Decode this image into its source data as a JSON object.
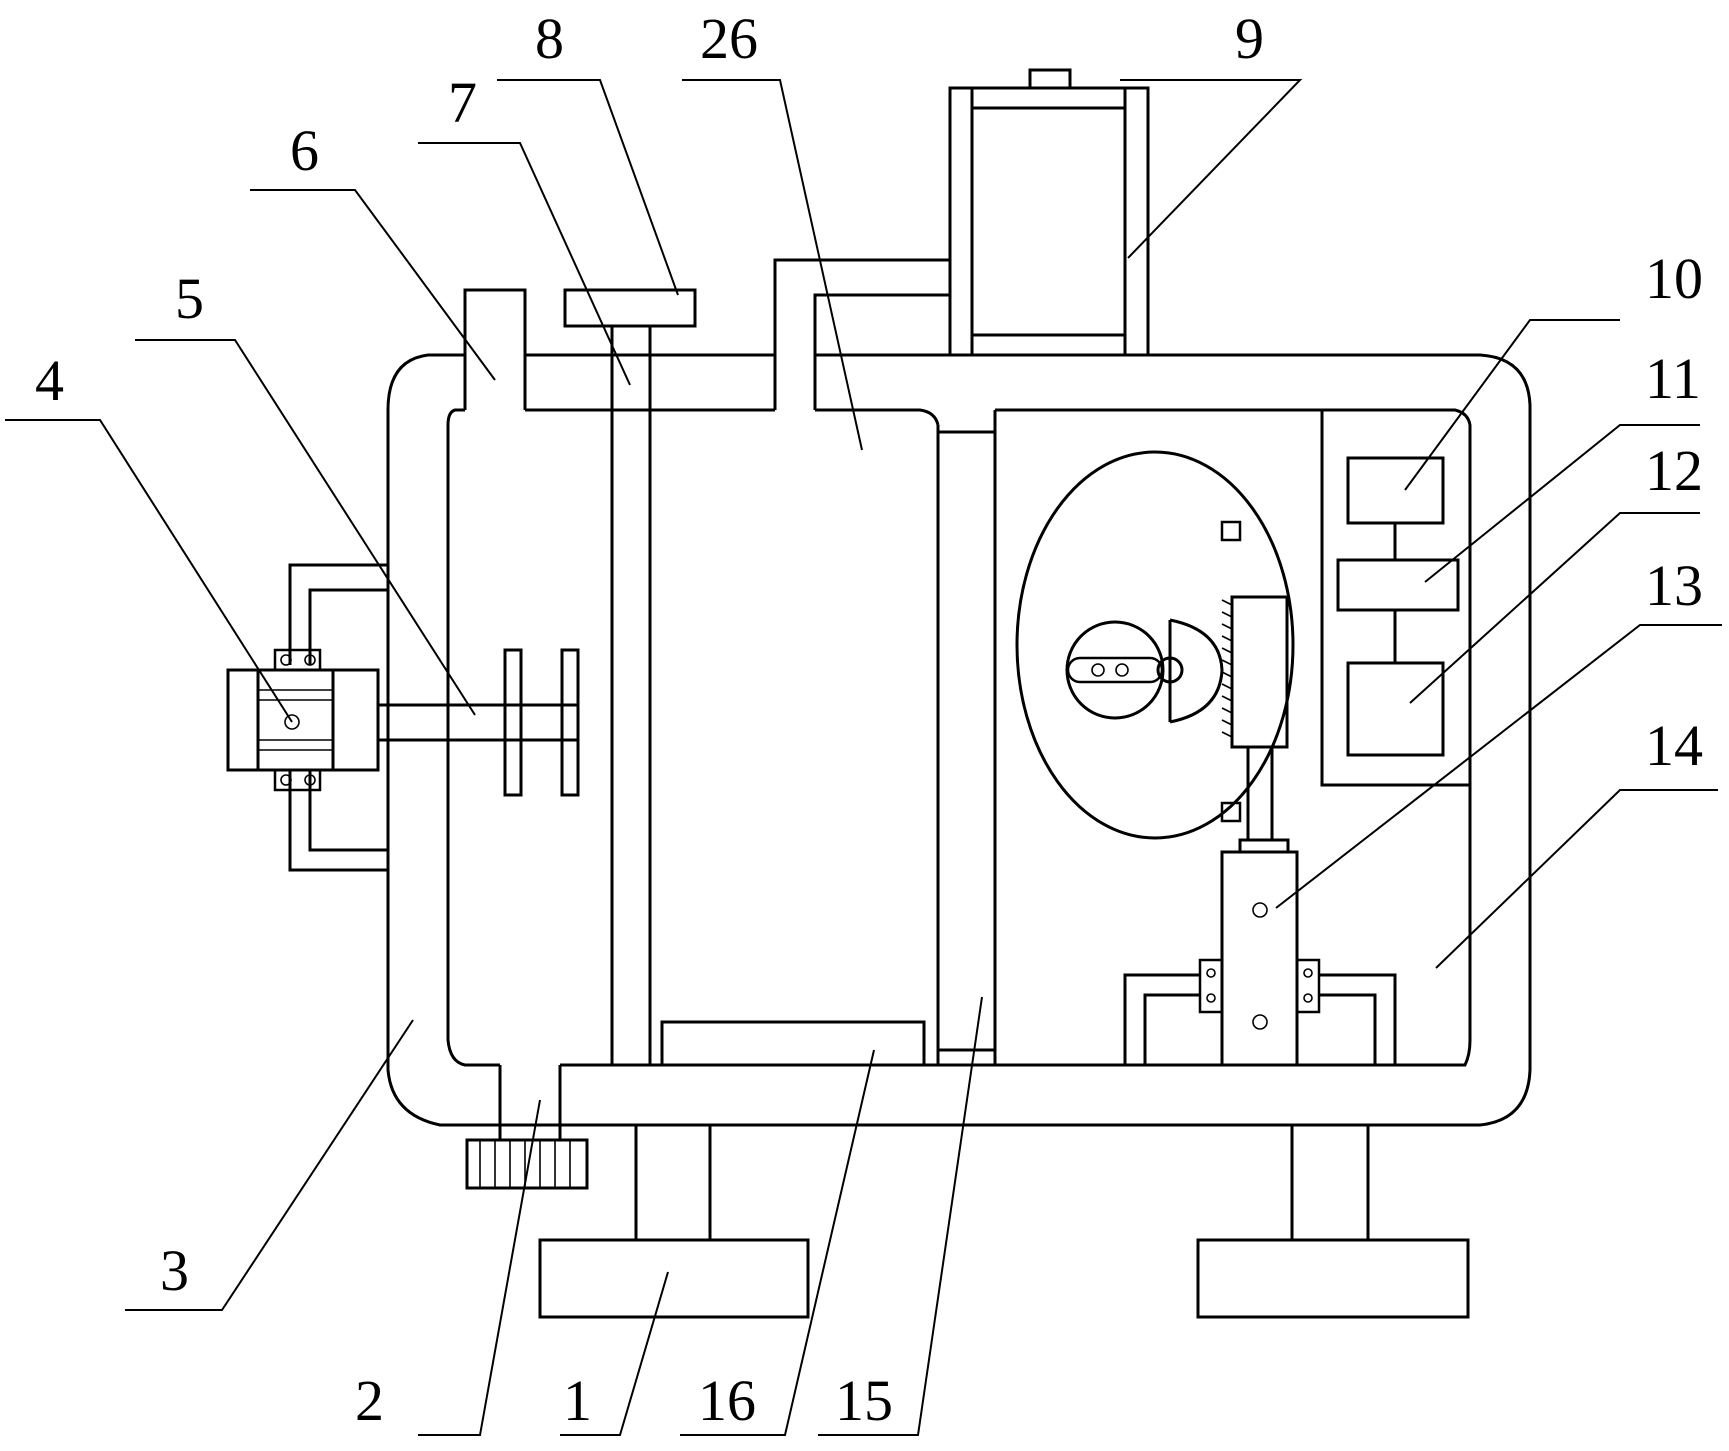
{
  "callouts": [
    {
      "id": "c1",
      "label": "1"
    },
    {
      "id": "c2",
      "label": "2"
    },
    {
      "id": "c3",
      "label": "3"
    },
    {
      "id": "c4",
      "label": "4"
    },
    {
      "id": "c5",
      "label": "5"
    },
    {
      "id": "c6",
      "label": "6"
    },
    {
      "id": "c7",
      "label": "7"
    },
    {
      "id": "c8",
      "label": "8"
    },
    {
      "id": "c9",
      "label": "9"
    },
    {
      "id": "c10",
      "label": "10"
    },
    {
      "id": "c11",
      "label": "11"
    },
    {
      "id": "c12",
      "label": "12"
    },
    {
      "id": "c13",
      "label": "13"
    },
    {
      "id": "c14",
      "label": "14"
    },
    {
      "id": "c15",
      "label": "15"
    },
    {
      "id": "c16",
      "label": "16"
    },
    {
      "id": "c26",
      "label": "26"
    }
  ]
}
